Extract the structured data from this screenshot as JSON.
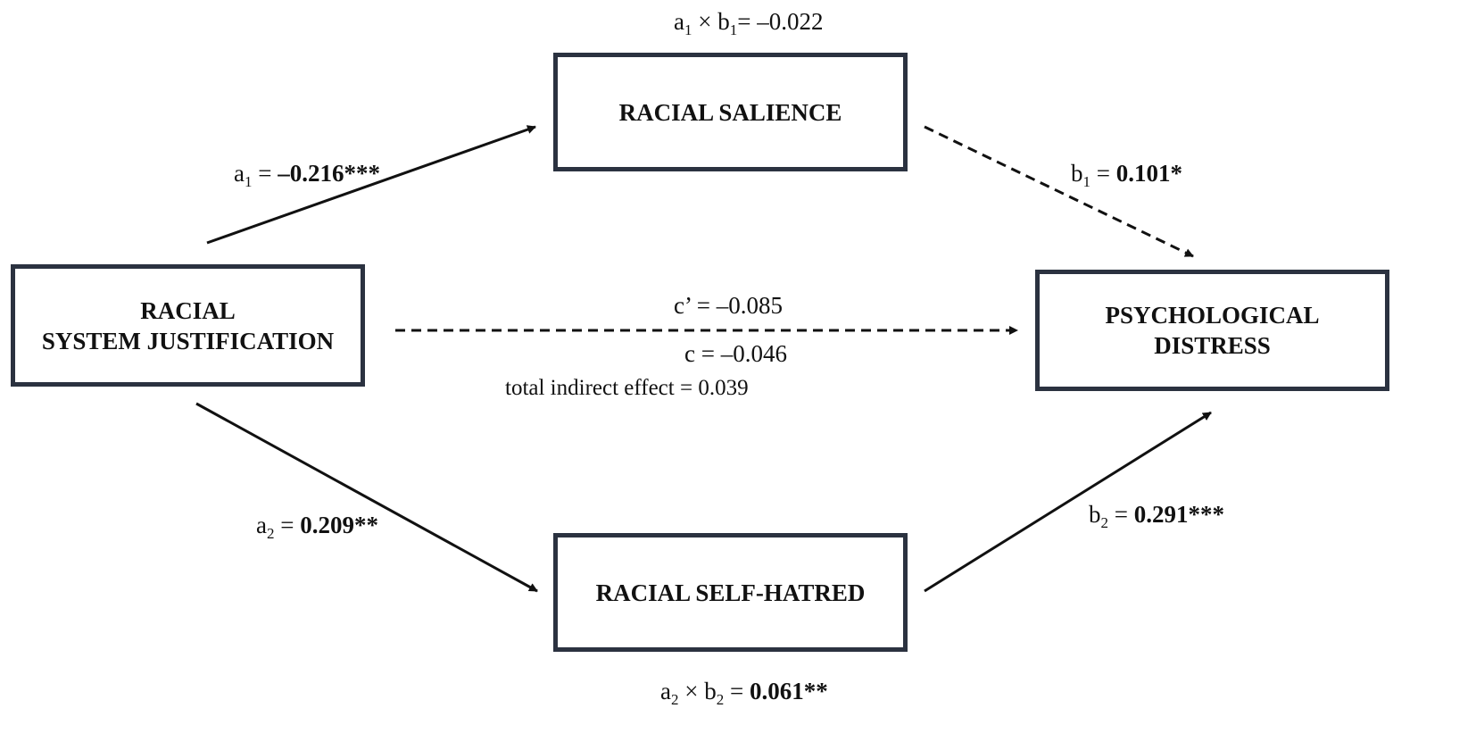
{
  "nodes": {
    "predictor": "RACIAL\nSYSTEM JUSTIFICATION",
    "mediator1": "RACIAL SALIENCE",
    "mediator2": "RACIAL SELF-HATRED",
    "outcome": "PSYCHOLOGICAL\nDISTRESS"
  },
  "paths": {
    "a1": {
      "var": "a",
      "sub": "1",
      "eq": " = ",
      "value": "–0.216***"
    },
    "b1": {
      "var": "b",
      "sub": "1",
      "eq": " = ",
      "value": "0.101*"
    },
    "a2": {
      "var": "a",
      "sub": "2",
      "eq": " = ",
      "value": "0.209**"
    },
    "b2": {
      "var": "b",
      "sub": "2",
      "eq": " = ",
      "value": "0.291***"
    },
    "ind1": {
      "v1": "a",
      "s1": "1",
      "times": " × ",
      "v2": "b",
      "s2": "1",
      "eq": "= ",
      "value": "–0.022"
    },
    "ind2": {
      "v1": "a",
      "s1": "2",
      "times": " × ",
      "v2": "b",
      "s2": "2",
      "eq": " = ",
      "value": "0.061**"
    },
    "c_prime": "c’ = –0.085",
    "c_total": "c = –0.046",
    "total_indirect": "total indirect effect = 0.039"
  },
  "edge_styles": {
    "a1": "solid",
    "b1": "dashed",
    "a2": "solid",
    "b2": "solid",
    "c_prime": "dashed"
  },
  "colors": {
    "stroke": "#111111",
    "box_border": "#2b3240",
    "text": "#111111"
  }
}
